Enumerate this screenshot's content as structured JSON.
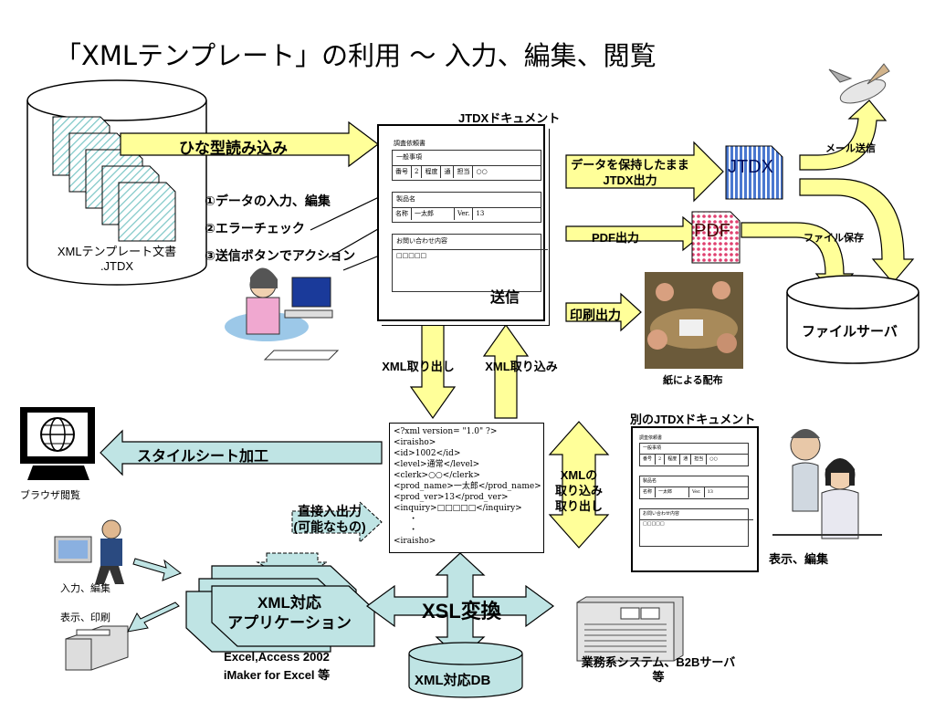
{
  "title": "「XMLテンプレート」の利用 〜 入力、編集、閲覧",
  "labels": {
    "template_docs": "XMLテンプレート文書\n.JTDX",
    "hinagata": "ひな型読み込み",
    "step1": "①データの入力、編集",
    "step2": "②エラーチェック",
    "step3": "③送信ボタンでアクション",
    "jtdx_document": "JTDXドキュメント",
    "jtdx_out": "データを保持したまま\nJTDX出力",
    "jtdx_icon": "JTDX",
    "mail_send": "メール送信",
    "pdf_out": "PDF出力",
    "pdf_icon": "PDF",
    "file_save": "ファイル保存",
    "print_out": "印刷出力",
    "paper_dist": "紙による配布",
    "file_server": "ファイルサーバ",
    "xml_export": "XML取り出し",
    "xml_import": "XML取り込み",
    "stylesheet": "スタイルシート加工",
    "browser": "ブラウザ閲覧",
    "other_jtdx": "別のJTDXドキュメント",
    "xml_io": "XMLの\n取り込み\n取り出し",
    "view_edit": "表示、編集",
    "direct_io": "直接入出力\n(可能なもの)",
    "input_edit": "入力、編集",
    "view_print": "表示、印刷",
    "xml_app": "XML対応\nアプリケーション",
    "xsl": "XSL変換",
    "excel": "Excel,Access 2002\niMaker for Excel 等",
    "xml_db": "XML対応DB",
    "biz_system": "業務系システム、B2Bサーバ\n等",
    "send_btn": "送信"
  },
  "form": {
    "title": "調査依頼書",
    "section1": "一般事項",
    "row1": [
      "番号",
      "2",
      "程度",
      "通",
      "担当",
      "○○"
    ],
    "section2": "製品名",
    "row2": [
      "名称",
      "一太郎",
      "Ver.",
      "13"
    ],
    "section3": "お問い合わせ内容",
    "inquiry": "□□□□□"
  },
  "xml_lines": "<?xml version= \"1.0\" ?>\n<iraisho>\n<id>1002</id>\n<level>通常</level>\n<clerk>○○</clerk>\n<prod_name>一太郎</prod_name>\n<prod_ver>13</prod_ver>\n<inquiry>□□□□□</inquiry>\n      ・\n      ・\n<iraisho>",
  "colors": {
    "arrow_fill": "#ffff99",
    "cyan_fill": "#bfe4e4",
    "jtdx_blue": "#6b8fd8",
    "pdf_pink": "#e8a0b8"
  }
}
